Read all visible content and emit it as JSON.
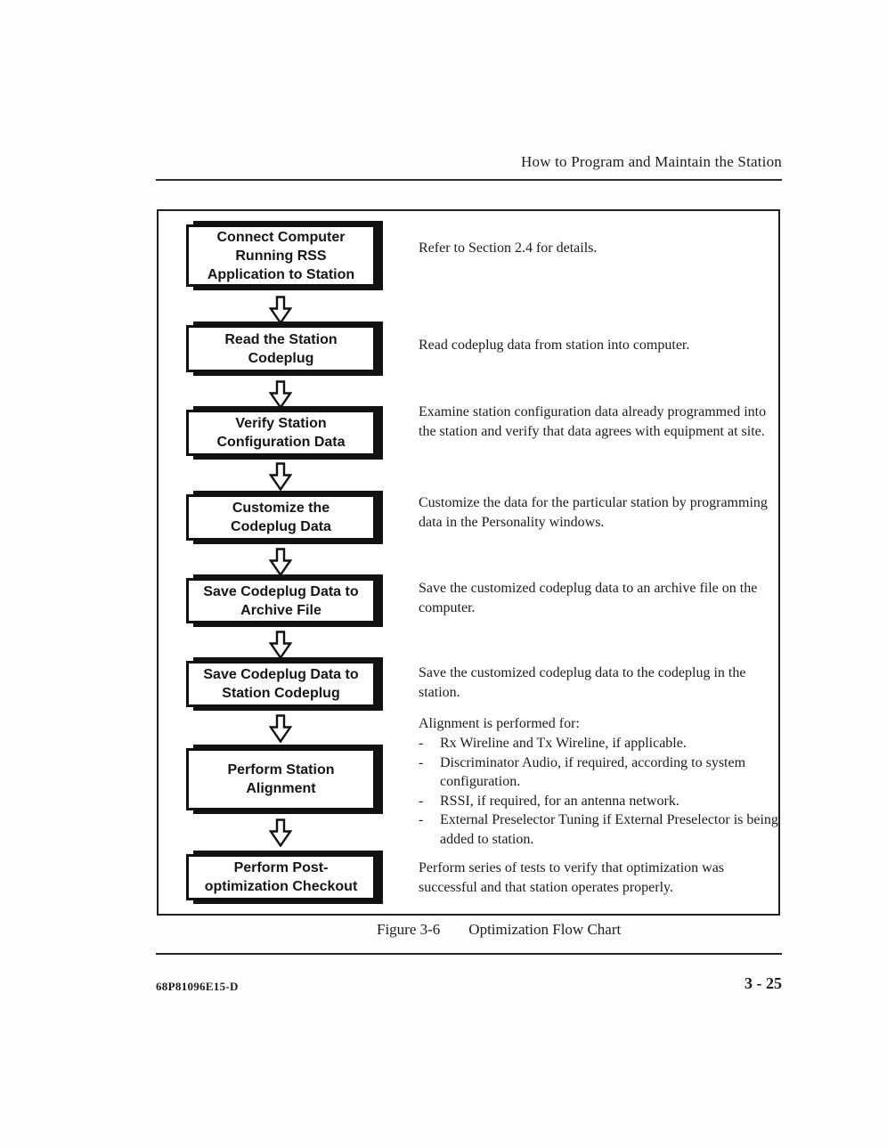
{
  "page": {
    "running_header": "How to Program and Maintain the Station",
    "caption": {
      "label": "Figure 3-6",
      "title": "Optimization Flow Chart"
    },
    "footer": {
      "doc_number": "68P81096E15-D",
      "page_number": "3 - 25"
    }
  },
  "flowchart": {
    "bullet_marker": "-",
    "steps": [
      {
        "box": "Connect Computer\nRunning RSS\nApplication to Station",
        "description": "Refer to Section 2.4 for details."
      },
      {
        "box": "Read the Station\nCodeplug",
        "description": "Read codeplug data from station into computer."
      },
      {
        "box": "Verify Station\nConfiguration Data",
        "description": "Examine station configuration data already programmed into the station and verify that data agrees with equipment at site."
      },
      {
        "box": "Customize the\nCodeplug Data",
        "description": "Customize the data for the particular station by programming data in the Personality windows."
      },
      {
        "box": "Save Codeplug Data to\nArchive File",
        "description": "Save the customized codeplug data to an archive file on the computer."
      },
      {
        "box": "Save Codeplug Data to\nStation Codeplug",
        "description": "Save the customized codeplug data to the codeplug in the station."
      },
      {
        "box": "Perform Station\nAlignment",
        "description": "Alignment is performed for:",
        "bullets": [
          "Rx Wireline and Tx Wireline, if applicable.",
          "Discriminator Audio, if required, according to system configuration.",
          "RSSI, if required, for an antenna network.",
          "External Preselector Tuning if External Preselector is being added to station."
        ]
      },
      {
        "box": "Perform Post-\noptimization Checkout",
        "description": "Perform series of tests to verify that optimization was successful and that station operates properly."
      }
    ]
  }
}
